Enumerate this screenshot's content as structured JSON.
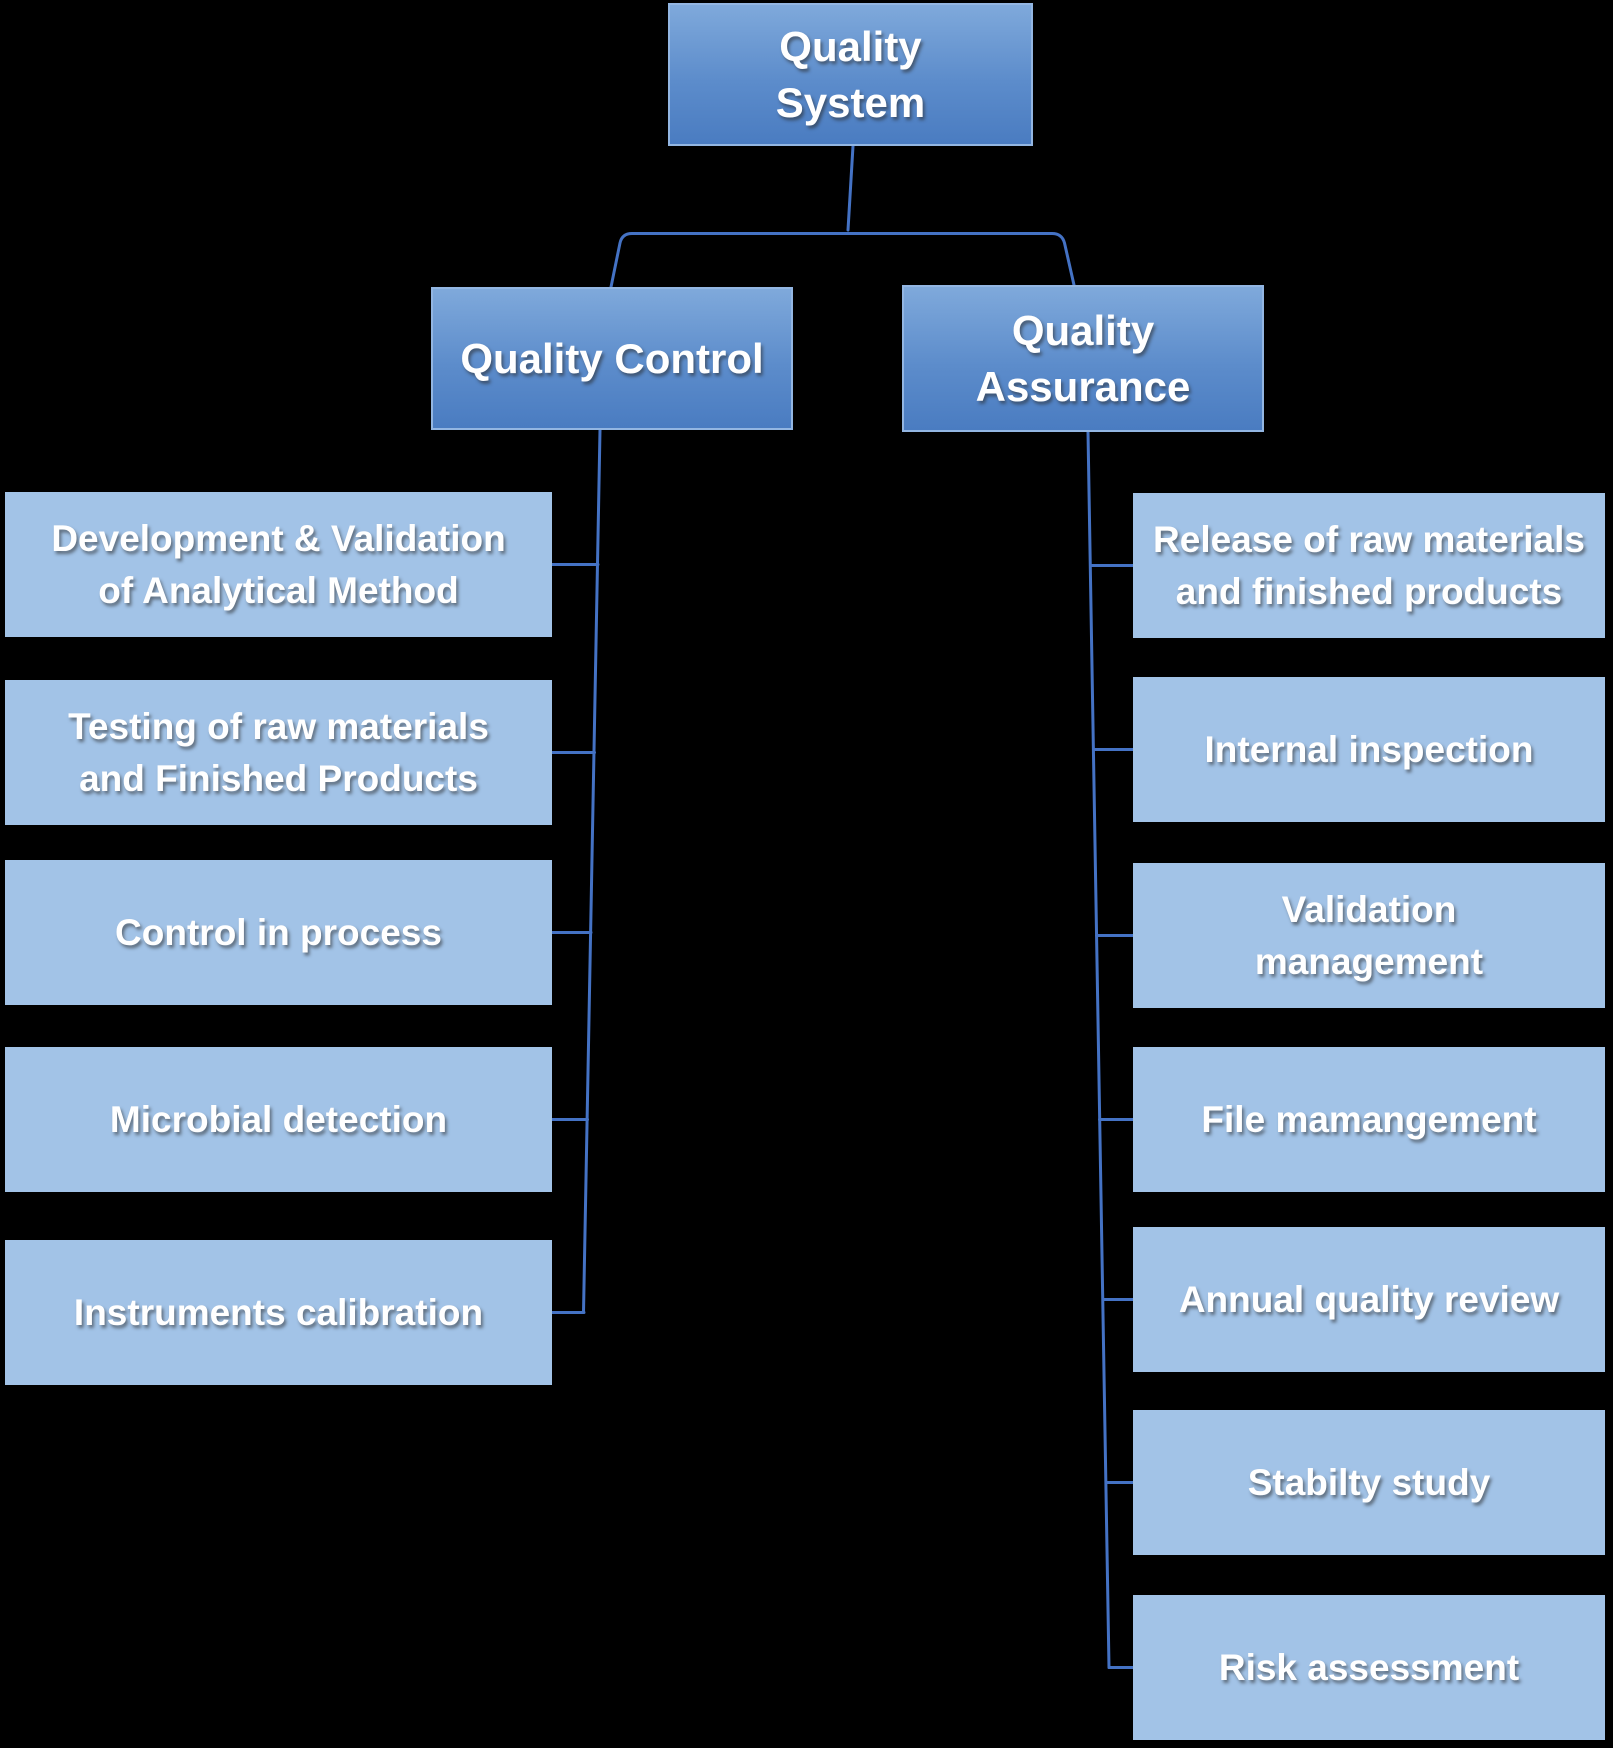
{
  "diagram": {
    "title": "Quality System organization chart",
    "root": {
      "label": "Quality\nSystem"
    },
    "branches": [
      {
        "label": "Quality Control",
        "children": [
          "Development & Validation\nof Analytical Method",
          "Testing of raw materials\nand Finished Products",
          "Control in process",
          "Microbial detection",
          "Instruments calibration"
        ]
      },
      {
        "label": "Quality\nAssurance",
        "children": [
          "Release of raw materials\nand finished products",
          "Internal inspection",
          "Validation\nmanagement",
          "File mamangement",
          "Annual quality review",
          "Stabilty study",
          "Risk assessment"
        ]
      }
    ],
    "colors": {
      "background": "#000000",
      "parent_top": "#7fa9db",
      "parent_mid": "#5c8ccb",
      "parent_bottom": "#4a7cc1",
      "parent_border": "#93b6e2",
      "child_fill": "#a2c3e7",
      "connector": "#4472c4",
      "text": "#ffffff"
    }
  }
}
